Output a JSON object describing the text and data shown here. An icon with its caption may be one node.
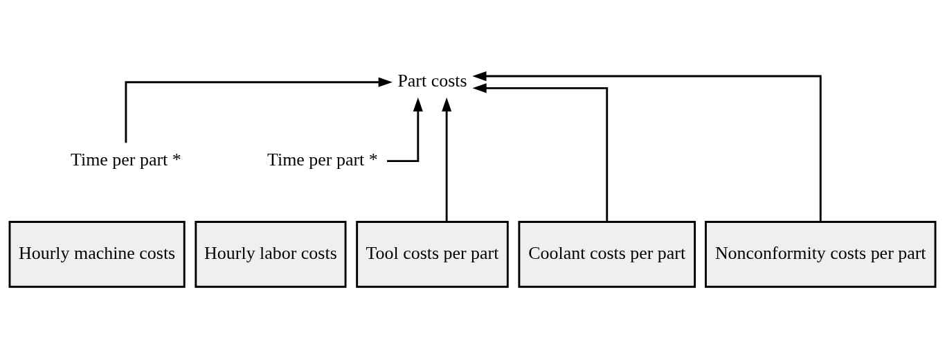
{
  "diagram": {
    "nodes": [
      {
        "text": [
          "Part costs"
        ]
      },
      {
        "text": [
          "Time per part *"
        ]
      },
      {
        "text": [
          "Time per part *"
        ]
      },
      {
        "text": [
          "Hourly machine costs"
        ]
      },
      {
        "text": [
          "Hourly labor costs"
        ]
      },
      {
        "text": [
          "Tool costs per part"
        ]
      },
      {
        "text": [
          "Coolant costs per part"
        ]
      },
      {
        "text": [
          "Nonconformity costs per part"
        ]
      }
    ],
    "edges": [
      {
        "from": 1,
        "to": 0,
        "arrow": "to"
      },
      {
        "from": 2,
        "to": 0,
        "arrow": "to"
      },
      {
        "from": 5,
        "to": 0,
        "arrow": "to"
      },
      {
        "from": 6,
        "to": 0,
        "arrow": "to"
      },
      {
        "from": 7,
        "to": 0,
        "arrow": "to"
      }
    ]
  }
}
